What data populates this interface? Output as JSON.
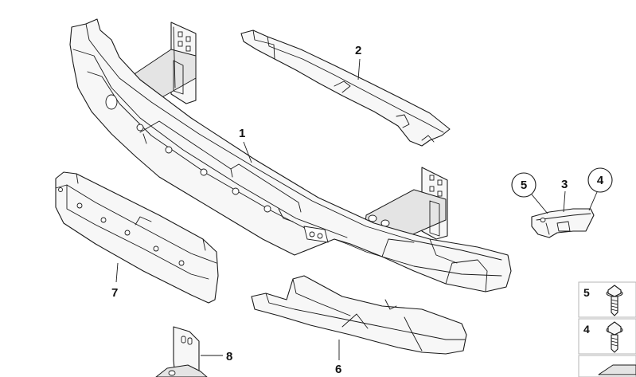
{
  "diagram": {
    "callouts": {
      "p1": "1",
      "p2": "2",
      "p3": "3",
      "p4": "4",
      "p5": "5",
      "p6": "6",
      "p7": "7",
      "p8": "8"
    },
    "fastener_panel": {
      "top_label": "5",
      "bottom_label": "4"
    }
  }
}
